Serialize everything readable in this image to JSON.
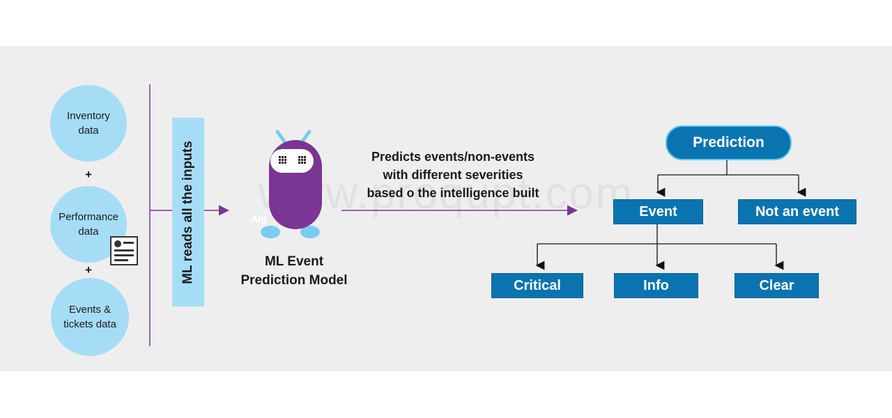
{
  "inputs": [
    {
      "label": "Inventory\ndata"
    },
    {
      "label": "Performance\ndata"
    },
    {
      "label": "Events &\ntickets data"
    }
  ],
  "plus_sign": "+",
  "reads_label": "ML reads all the inputs",
  "robot_caption": "Alg",
  "model_label": [
    "ML Event",
    "Prediction Model"
  ],
  "predict_text": [
    "Predicts events/non-events",
    "with different severities",
    "based o the intelligence built"
  ],
  "watermark": "www.proqupt.com",
  "tree": {
    "root": "Prediction",
    "level1": [
      "Event",
      "Not an event"
    ],
    "level2": [
      "Critical",
      "Info",
      "Clear"
    ]
  },
  "colors": {
    "circle_fill": "#a6ddf6",
    "robot_purple": "#7b3593",
    "arrow_purple": "#7b3593",
    "box_blue": "#0a74b0",
    "panel_bg": "#eeeeee"
  }
}
